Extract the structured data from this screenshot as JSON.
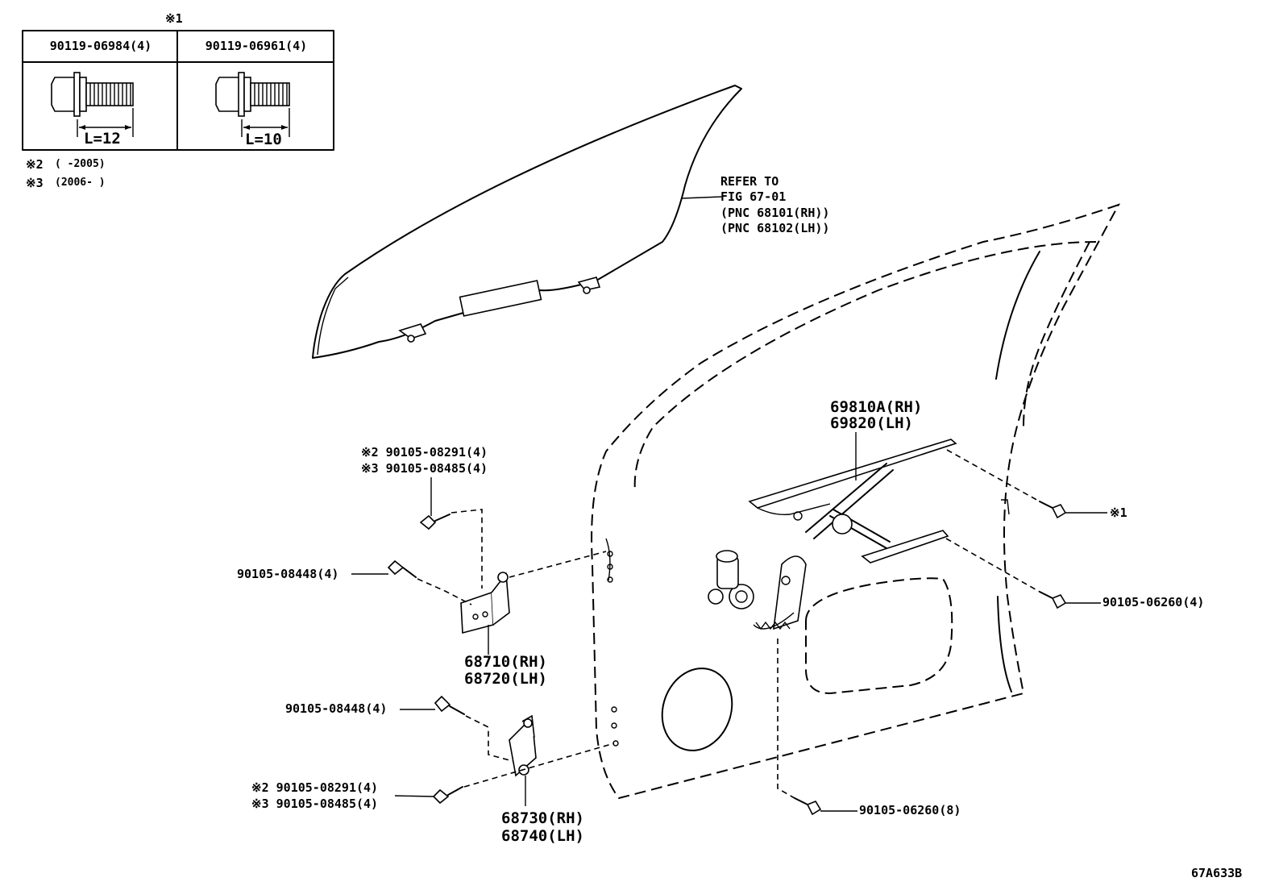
{
  "fastener_table": {
    "marker": "※1",
    "columns": [
      {
        "part": "90119-06984(4)",
        "length": "L=12"
      },
      {
        "part": "90119-06961(4)",
        "length": "L=10"
      }
    ]
  },
  "notes": [
    {
      "mark": "※2",
      "range": "(        -2005)"
    },
    {
      "mark": "※3",
      "range": "(2006-        )"
    }
  ],
  "glass_ref": [
    "REFER TO",
    "FIG 67-01",
    "(PNC 68101(RH))",
    "(PNC 68102(LH))"
  ],
  "regulator": {
    "rh": "69810A(RH)",
    "lh": "69820(LH)"
  },
  "upper_hinge": {
    "rh": "68710(RH)",
    "lh": "68720(LH)"
  },
  "lower_hinge": {
    "rh": "68730(RH)",
    "lh": "68740(LH)"
  },
  "bolts": {
    "upper_hinge_body_1": "※2 90105-08291(4)",
    "upper_hinge_body_2": "※3 90105-08485(4)",
    "upper_hinge_door": "90105-08448(4)",
    "lower_hinge_door": "90105-08448(4)",
    "lower_hinge_body_1": "※2 90105-08291(4)",
    "lower_hinge_body_2": "※3 90105-08485(4)",
    "regulator_top": "※1",
    "regulator_mid": "90105-06260(4)",
    "regulator_bottom": "90105-06260(8)"
  },
  "figure_code": "67A633B"
}
